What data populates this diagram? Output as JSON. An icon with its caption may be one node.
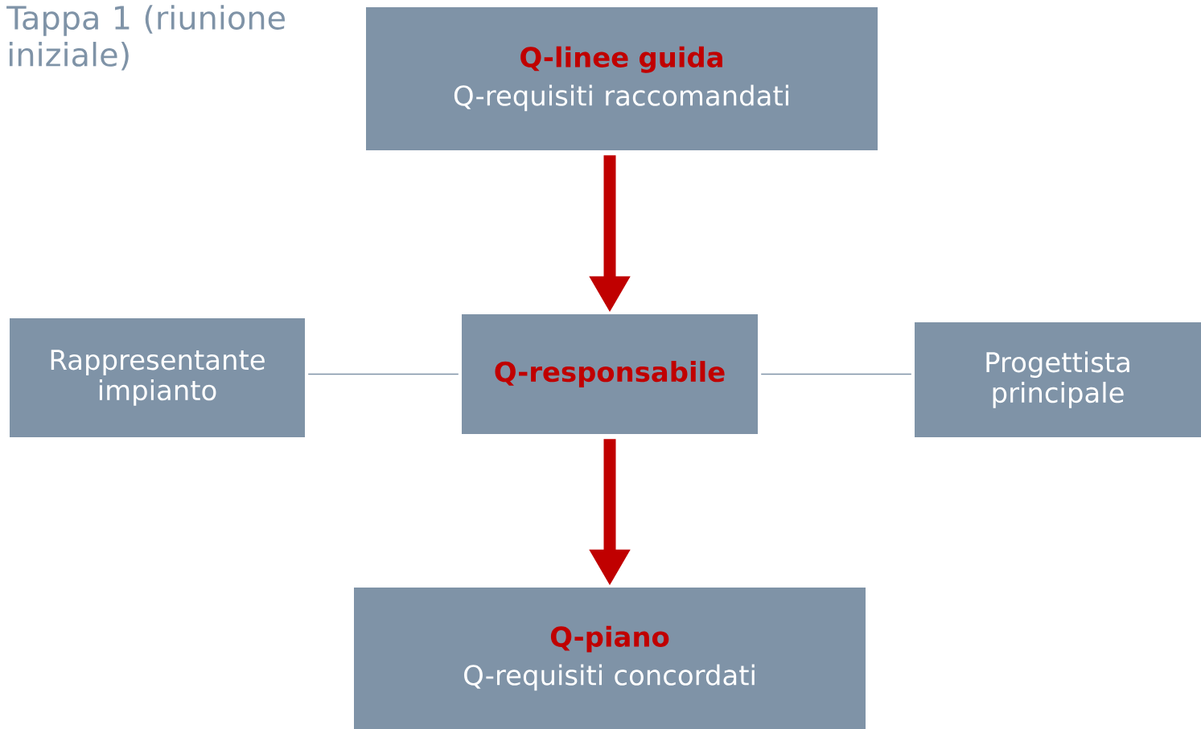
{
  "diagram": {
    "title": "Tappa 1 (riunione iniziale)",
    "nodes": [
      {
        "text": [
          "Q-linee guida",
          "Q-requisiti raccomandati"
        ]
      },
      {
        "text": [
          "Rappresentante impianto"
        ]
      },
      {
        "text": [
          "Q-responsabile"
        ]
      },
      {
        "text": [
          "Progettista principale"
        ]
      },
      {
        "text": [
          "Q-piano",
          "Q-requisiti concordati"
        ]
      }
    ],
    "edges": [
      {
        "from": 0,
        "to": 2,
        "arrow": "to",
        "style": "thick",
        "color": "#c00000"
      },
      {
        "from": 1,
        "to": 2,
        "arrow": "none",
        "color": "#7f93a7"
      },
      {
        "from": 2,
        "to": 3,
        "arrow": "none",
        "color": "#7f93a7"
      },
      {
        "from": 2,
        "to": 4,
        "arrow": "to",
        "style": "thick",
        "color": "#c00000"
      }
    ]
  }
}
